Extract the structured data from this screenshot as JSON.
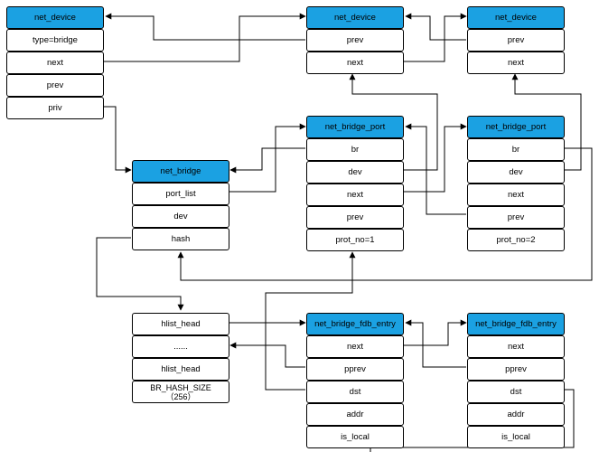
{
  "structs": {
    "dev_main": {
      "title": "net_device",
      "fields": [
        "type=bridge",
        "next",
        "prev",
        "priv"
      ]
    },
    "dev_mid": {
      "title": "net_device",
      "fields": [
        "prev",
        "next"
      ]
    },
    "dev_right": {
      "title": "net_device",
      "fields": [
        "prev",
        "next"
      ]
    },
    "bridge": {
      "title": "net_bridge",
      "fields": [
        "port_list",
        "dev",
        "hash"
      ]
    },
    "port1": {
      "title": "net_bridge_port",
      "fields": [
        "br",
        "dev",
        "next",
        "prev",
        "prot_no=1"
      ]
    },
    "port2": {
      "title": "net_bridge_port",
      "fields": [
        "br",
        "dev",
        "next",
        "prev",
        "prot_no=2"
      ]
    },
    "hash_table": {
      "fields": [
        "hlist_head",
        "......",
        "hlist_head",
        "BR_HASH_SIZE\n（256）"
      ]
    },
    "fdb1": {
      "title": "net_bridge_fdb_entry",
      "fields": [
        "next",
        "pprev",
        "dst",
        "addr",
        "is_local"
      ]
    },
    "fdb2": {
      "title": "net_bridge_fdb_entry",
      "fields": [
        "next",
        "pprev",
        "dst",
        "addr",
        "is_local"
      ]
    }
  }
}
